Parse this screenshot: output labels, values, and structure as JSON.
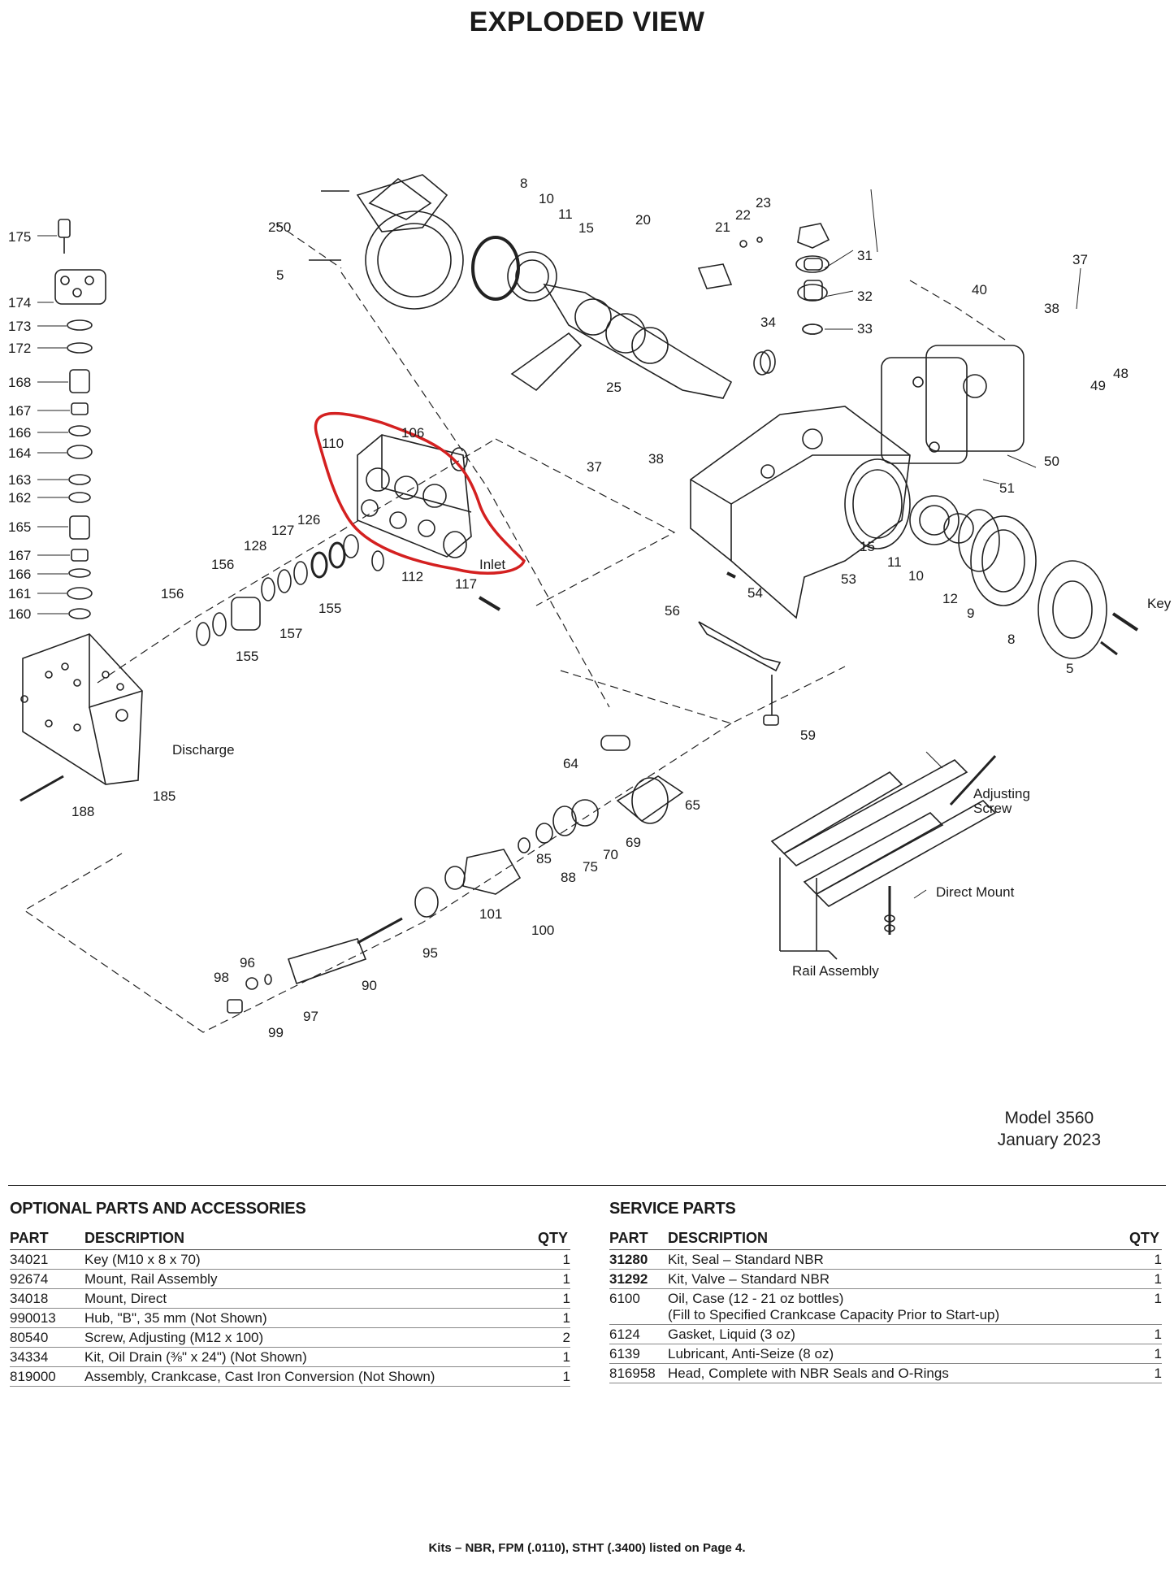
{
  "header": {
    "title": "EXPLODED VIEW"
  },
  "diagram": {
    "callouts": [
      "175",
      "174",
      "173",
      "172",
      "168",
      "167",
      "166",
      "164",
      "163",
      "162",
      "165",
      "167",
      "166",
      "161",
      "160",
      "156",
      "156",
      "155",
      "155",
      "157",
      "128",
      "127",
      "126",
      "112",
      "117",
      "110",
      "106",
      "250",
      "5",
      "8",
      "10",
      "11",
      "15",
      "20",
      "21",
      "22",
      "23",
      "25",
      "31",
      "32",
      "33",
      "34",
      "37",
      "38",
      "40",
      "37",
      "38",
      "48",
      "49",
      "50",
      "51",
      "53",
      "54",
      "56",
      "59",
      "15",
      "11",
      "10",
      "12",
      "9",
      "8",
      "5",
      "64",
      "65",
      "69",
      "70",
      "75",
      "88",
      "85",
      "101",
      "100",
      "95",
      "90",
      "96",
      "98",
      "97",
      "99",
      "185",
      "188"
    ],
    "labels": {
      "inlet": "Inlet",
      "discharge": "Discharge",
      "key": "Key",
      "adjusting_screw_1": "Adjusting",
      "adjusting_screw_2": "Screw",
      "direct_mount": "Direct Mount",
      "rail_assembly": "Rail Assembly"
    },
    "highlight_color": "#d42020"
  },
  "model": {
    "name": "Model 3560",
    "date": "January 2023"
  },
  "optional_parts": {
    "heading": "OPTIONAL PARTS AND ACCESSORIES",
    "columns": {
      "part": "PART",
      "description": "DESCRIPTION",
      "qty": "QTY"
    },
    "rows": [
      {
        "part": "34021",
        "description": "Key (M10 x 8 x 70)",
        "qty": "1"
      },
      {
        "part": "92674",
        "description": "Mount, Rail Assembly",
        "qty": "1"
      },
      {
        "part": "34018",
        "description": "Mount, Direct",
        "qty": "1"
      },
      {
        "part": "990013",
        "description": "Hub, \"B\", 35 mm (Not Shown)",
        "qty": "1"
      },
      {
        "part": "80540",
        "description": "Screw, Adjusting (M12 x 100)",
        "qty": "2"
      },
      {
        "part": "34334",
        "description": "Kit, Oil Drain (⅜\" x 24\") (Not Shown)",
        "qty": "1"
      },
      {
        "part": "819000",
        "description": "Assembly, Crankcase, Cast Iron Conversion (Not Shown)",
        "qty": "1"
      }
    ]
  },
  "service_parts": {
    "heading": "SERVICE PARTS",
    "columns": {
      "part": "PART",
      "description": "DESCRIPTION",
      "qty": "QTY"
    },
    "rows": [
      {
        "part": "31280",
        "description": "Kit, Seal – Standard NBR",
        "note": "",
        "qty": "1",
        "bold": true
      },
      {
        "part": "31292",
        "description": "Kit, Valve – Standard NBR",
        "note": "",
        "qty": "1",
        "bold": true
      },
      {
        "part": "6100",
        "description": "Oil, Case (12 - 21 oz bottles)",
        "note": "(Fill to Specified Crankcase Capacity Prior to Start-up)",
        "qty": "1",
        "bold": false
      },
      {
        "part": "6124",
        "description": "Gasket, Liquid (3 oz)",
        "note": "",
        "qty": "1",
        "bold": false
      },
      {
        "part": "6139",
        "description": "Lubricant, Anti-Seize (8 oz)",
        "note": "",
        "qty": "1",
        "bold": false
      },
      {
        "part": "816958",
        "description": "Head, Complete with NBR Seals and O-Rings",
        "note": "",
        "qty": "1",
        "bold": false
      }
    ]
  },
  "footer": {
    "note": "Kits – NBR, FPM (.0110), STHT (.3400) listed on Page 4."
  }
}
